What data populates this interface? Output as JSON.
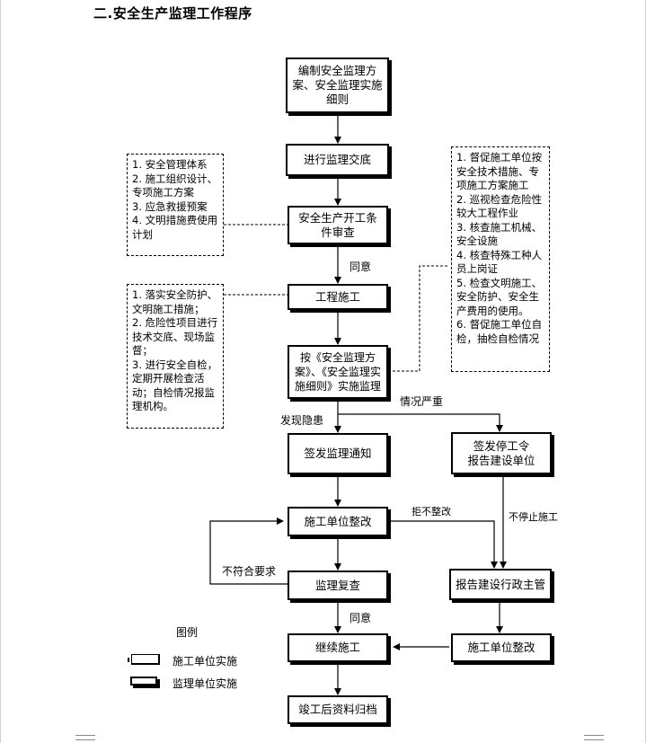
{
  "heading": "二.安全生产监理工作程序",
  "boxes": {
    "compile": "编制安全监理方\n案、安全监理实施\n细则",
    "briefing": "进行监理交底",
    "review": "安全生产开工条\n件审查",
    "construction": "工程施工",
    "supervise": "按《安全监理方\n案》、《安全监理实\n施细则》实施监理",
    "notice": "签发监理通知",
    "stop_order": "签发停工令\n报告建设单位",
    "rectify": "施工单位整改",
    "recheck": "监理复查",
    "report_admin": "报告建设行政主管",
    "continue": "继续施工",
    "rectify2": "施工单位整改",
    "archive": "竣工后资料归档"
  },
  "notes": {
    "review_left": "1. 安全管理体系\n2. 施工组织设计、\n专项施工方案\n3. 应急救援预案\n4. 文明措施费使用\n计划",
    "construction_left": "1. 落实安全防护、\n文明施工措施；\n2. 危险性项目进行\n技术交底、现场监\n督；\n3. 进行安全自检，\n定期开展检查活\n动；自检情况报监\n理机构。",
    "supervise_right": "1. 督促施工单位按\n安全技术措施、专\n项施工方案施工\n2. 巡视检查危险性\n较大工程作业\n3. 核查施工机械、\n安全设施\n4. 核查特殊工种人\n员上岗证\n5. 检查文明施工、\n安全防护、安全生\n产费用的使用。\n6. 督促施工单位自\n检，抽检自检情况"
  },
  "labels": {
    "agree1": "同意",
    "found_hazard": "发现隐患",
    "serious": "情况严重",
    "refuse": "拒不整改",
    "not_stop": "不停止施工",
    "not_meet": "不符合要求",
    "agree2": "同意"
  },
  "legend": {
    "title": "图例",
    "contractor": "施工单位实施",
    "supervisor": "监理单位实施"
  }
}
